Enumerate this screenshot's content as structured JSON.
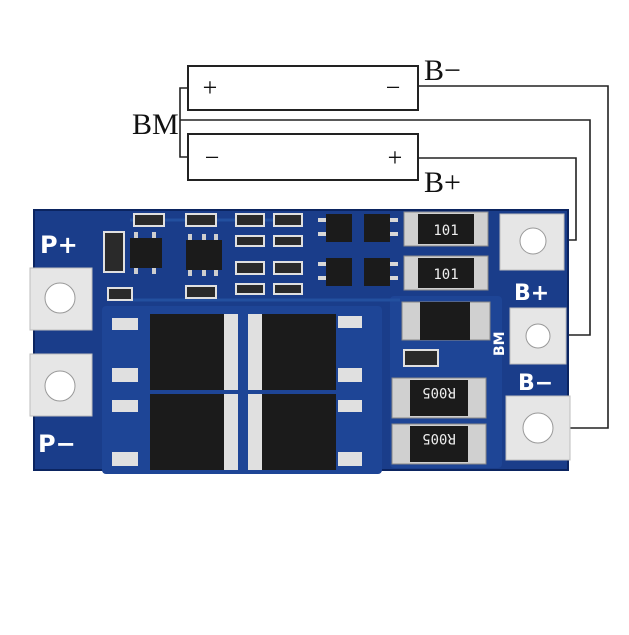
{
  "diagram": {
    "battery_top": {
      "left_terminal": "+",
      "right_terminal": "−"
    },
    "battery_bottom": {
      "left_terminal": "−",
      "right_terminal": "+"
    },
    "labels": {
      "b_minus": "B−",
      "bm": "BM",
      "b_plus": "B+"
    }
  },
  "board": {
    "pads": {
      "p_plus": "P+",
      "p_minus": "P−",
      "b_plus": "B+",
      "bm": "BM",
      "b_minus": "B−"
    },
    "resistor_codes": {
      "r1": "101",
      "r2": "101",
      "shunt1": "R005",
      "shunt2": "R005"
    }
  },
  "colors": {
    "pcb": "#1a3d8a",
    "pcb_dark": "#0f2c6e",
    "pad": "#e6e6e6",
    "chip": "#1b1b1b",
    "wire": "#222222"
  }
}
